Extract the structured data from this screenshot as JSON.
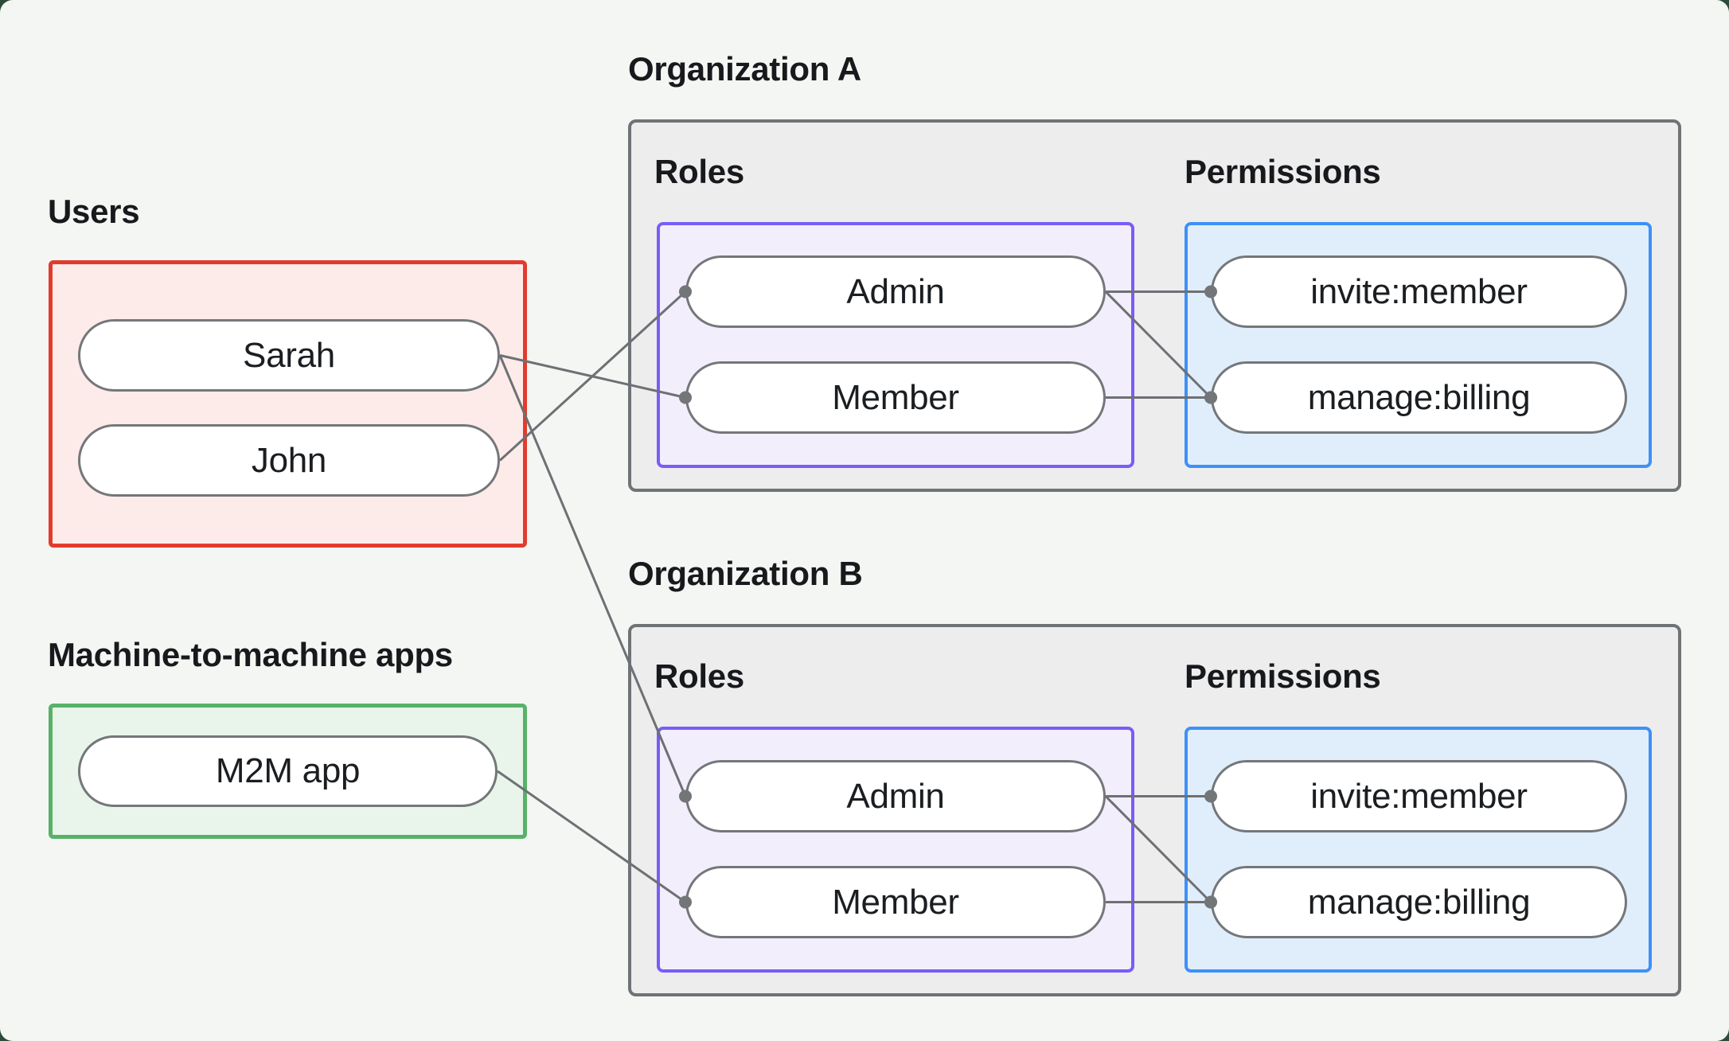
{
  "users_section": {
    "title": "Users",
    "items": [
      {
        "id": "user-sarah",
        "label": "Sarah"
      },
      {
        "id": "user-john",
        "label": "John"
      }
    ]
  },
  "m2m_section": {
    "title": "Machine-to-machine apps",
    "items": [
      {
        "id": "m2m-app",
        "label": "M2M app"
      }
    ]
  },
  "orgs": [
    {
      "id": "orgA",
      "title": "Organization A",
      "roles_title": "Roles",
      "permissions_title": "Permissions",
      "roles": [
        {
          "id": "orgA-role-admin",
          "label": "Admin"
        },
        {
          "id": "orgA-role-member",
          "label": "Member"
        }
      ],
      "permissions": [
        {
          "id": "orgA-perm-invite",
          "label": "invite:member"
        },
        {
          "id": "orgA-perm-billing",
          "label": "manage:billing"
        }
      ]
    },
    {
      "id": "orgB",
      "title": "Organization B",
      "roles_title": "Roles",
      "permissions_title": "Permissions",
      "roles": [
        {
          "id": "orgB-role-admin",
          "label": "Admin"
        },
        {
          "id": "orgB-role-member",
          "label": "Member"
        }
      ],
      "permissions": [
        {
          "id": "orgB-perm-invite",
          "label": "invite:member"
        },
        {
          "id": "orgB-perm-billing",
          "label": "manage:billing"
        }
      ]
    }
  ],
  "edges": [
    {
      "from": "user-sarah",
      "to": "orgA-role-member"
    },
    {
      "from": "user-sarah",
      "to": "orgB-role-admin"
    },
    {
      "from": "user-john",
      "to": "orgA-role-admin"
    },
    {
      "from": "m2m-app",
      "to": "orgB-role-member"
    },
    {
      "from": "orgA-role-admin",
      "to": "orgA-perm-invite"
    },
    {
      "from": "orgA-role-admin",
      "to": "orgA-perm-billing"
    },
    {
      "from": "orgA-role-member",
      "to": "orgA-perm-billing"
    },
    {
      "from": "orgB-role-admin",
      "to": "orgB-perm-invite"
    },
    {
      "from": "orgB-role-admin",
      "to": "orgB-perm-billing"
    },
    {
      "from": "orgB-role-member",
      "to": "orgB-perm-billing"
    }
  ],
  "colors": {
    "canvas_background": "#f4f6f3",
    "outer_background": "#2e4a38",
    "users_border": "#e23b2e",
    "users_fill": "#fcebe9",
    "m2m_border": "#58b169",
    "m2m_fill": "#e9f5ea",
    "org_border": "#6f7376",
    "org_fill": "#ededed",
    "roles_border": "#7a5cf8",
    "roles_fill": "#f3eefc",
    "permissions_border": "#3e90f8",
    "permissions_fill": "#e0eefb",
    "pill_border": "#74777a",
    "pill_fill": "#ffffff",
    "edge_line": "#6d7074",
    "edge_dot": "#737679",
    "text": "#17191c"
  }
}
